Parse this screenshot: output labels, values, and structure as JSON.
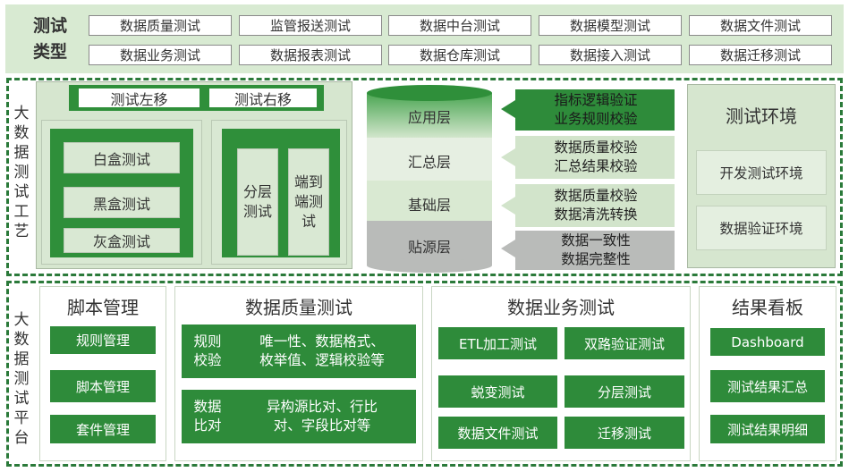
{
  "test_types": {
    "title_line1": "测试",
    "title_line2": "类型",
    "row1": [
      "数据质量测试",
      "监管报送测试",
      "数据中台测试",
      "数据模型测试",
      "数据文件测试"
    ],
    "row2": [
      "数据业务测试",
      "数据报表测试",
      "数据仓库测试",
      "数据接入测试",
      "数据迁移测试"
    ]
  },
  "process": {
    "label_chars": [
      "大",
      "数",
      "据",
      "测",
      "试",
      "工",
      "艺"
    ],
    "shift_left": "测试左移",
    "shift_right": "测试右移",
    "box_tests": [
      "白盒测试",
      "黑盒测试",
      "灰盒测试"
    ],
    "layered": [
      "分层",
      "测试"
    ],
    "e2e": [
      "端到",
      "端测",
      "试"
    ],
    "layers": [
      "应用层",
      "汇总层",
      "基础层",
      "贴源层"
    ],
    "callouts": [
      [
        "指标逻辑验证",
        "业务规则校验"
      ],
      [
        "数据质量校验",
        "汇总结果校验"
      ],
      [
        "数据质量校验",
        "数据清洗转换"
      ],
      [
        "数据一致性",
        "数据完整性"
      ]
    ],
    "env_title": "测试环境",
    "envs": [
      "开发测试环境",
      "数据验证环境"
    ]
  },
  "platform": {
    "label_chars": [
      "大",
      "数",
      "据",
      "测",
      "试",
      "平",
      "台"
    ],
    "script": {
      "title": "脚本管理",
      "items": [
        "规则管理",
        "脚本管理",
        "套件管理"
      ]
    },
    "quality": {
      "title": "数据质量测试",
      "rows": [
        {
          "label": [
            "规则",
            "校验"
          ],
          "text": [
            "唯一性、数据格式、",
            "枚举值、逻辑校验等"
          ]
        },
        {
          "label": [
            "数据",
            "比对"
          ],
          "text": [
            "异构源比对、行比",
            "对、字段比对等"
          ]
        }
      ]
    },
    "business": {
      "title": "数据业务测试",
      "items": [
        "ETL加工测试",
        "双路验证测试",
        "蜕变测试",
        "分层测试",
        "数据文件测试",
        "迁移测试"
      ]
    },
    "dashboard": {
      "title": "结果看板",
      "items": [
        "Dashboard",
        "测试结果汇总",
        "测试结果明细"
      ]
    }
  },
  "colors": {
    "dark_green": "#2e8b3a",
    "light_green": "#d8ead2",
    "dashed_border": "#2b7a3a"
  }
}
